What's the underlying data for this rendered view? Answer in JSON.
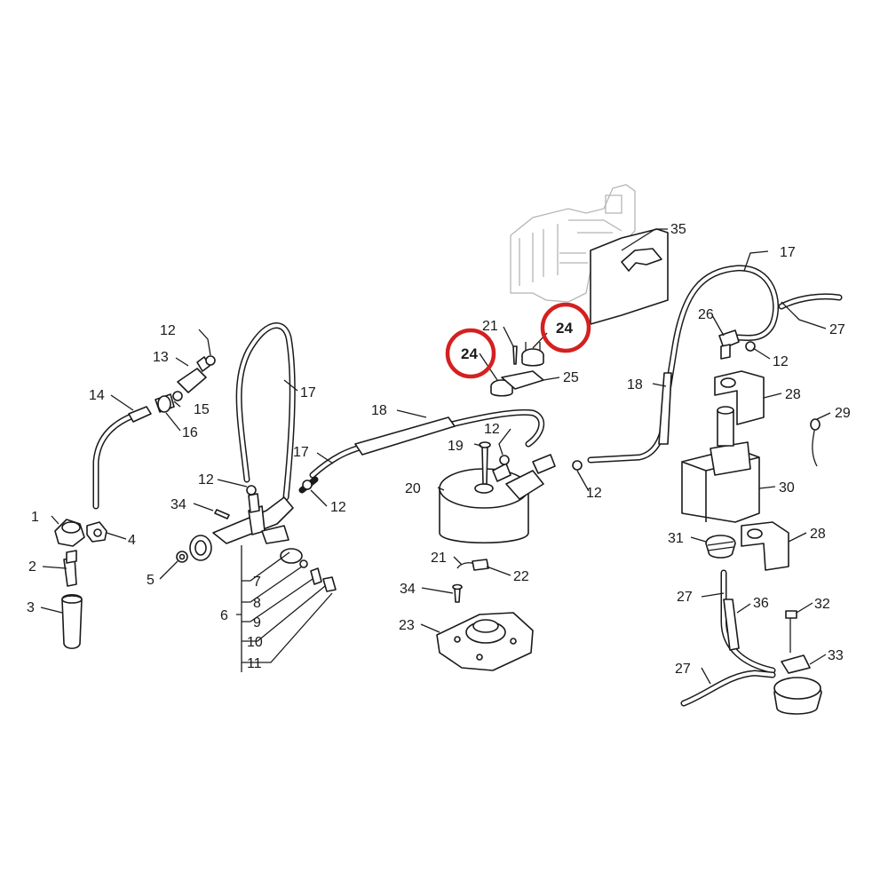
{
  "highlight_color": "#d42020",
  "callouts": [
    {
      "id": "c1",
      "text": "1"
    },
    {
      "id": "c2",
      "text": "2"
    },
    {
      "id": "c3",
      "text": "3"
    },
    {
      "id": "c4",
      "text": "4"
    },
    {
      "id": "c5",
      "text": "5"
    },
    {
      "id": "c6",
      "text": "6"
    },
    {
      "id": "c7",
      "text": "7"
    },
    {
      "id": "c8",
      "text": "8"
    },
    {
      "id": "c9",
      "text": "9"
    },
    {
      "id": "c10",
      "text": "10"
    },
    {
      "id": "c11",
      "text": "11"
    },
    {
      "id": "c12a",
      "text": "12"
    },
    {
      "id": "c12b",
      "text": "12"
    },
    {
      "id": "c12c",
      "text": "12"
    },
    {
      "id": "c12d",
      "text": "12"
    },
    {
      "id": "c12e",
      "text": "12"
    },
    {
      "id": "c12f",
      "text": "12"
    },
    {
      "id": "c13",
      "text": "13"
    },
    {
      "id": "c14",
      "text": "14"
    },
    {
      "id": "c15",
      "text": "15"
    },
    {
      "id": "c16",
      "text": "16"
    },
    {
      "id": "c17a",
      "text": "17"
    },
    {
      "id": "c17b",
      "text": "17"
    },
    {
      "id": "c17c",
      "text": "17"
    },
    {
      "id": "c18a",
      "text": "18"
    },
    {
      "id": "c18b",
      "text": "18"
    },
    {
      "id": "c19",
      "text": "19"
    },
    {
      "id": "c20",
      "text": "20"
    },
    {
      "id": "c21a",
      "text": "21"
    },
    {
      "id": "c21b",
      "text": "21"
    },
    {
      "id": "c22",
      "text": "22"
    },
    {
      "id": "c23",
      "text": "23"
    },
    {
      "id": "c24a",
      "text": "24"
    },
    {
      "id": "c24b",
      "text": "24"
    },
    {
      "id": "c25",
      "text": "25"
    },
    {
      "id": "c26",
      "text": "26"
    },
    {
      "id": "c27a",
      "text": "27"
    },
    {
      "id": "c27b",
      "text": "27"
    },
    {
      "id": "c27c",
      "text": "27"
    },
    {
      "id": "c28a",
      "text": "28"
    },
    {
      "id": "c28b",
      "text": "28"
    },
    {
      "id": "c29",
      "text": "29"
    },
    {
      "id": "c30",
      "text": "30"
    },
    {
      "id": "c31",
      "text": "31"
    },
    {
      "id": "c32",
      "text": "32"
    },
    {
      "id": "c33",
      "text": "33"
    },
    {
      "id": "c34a",
      "text": "34"
    },
    {
      "id": "c34b",
      "text": "34"
    },
    {
      "id": "c35",
      "text": "35"
    },
    {
      "id": "c36",
      "text": "36"
    }
  ],
  "highlighted_callouts": [
    "c24a",
    "c24b"
  ]
}
